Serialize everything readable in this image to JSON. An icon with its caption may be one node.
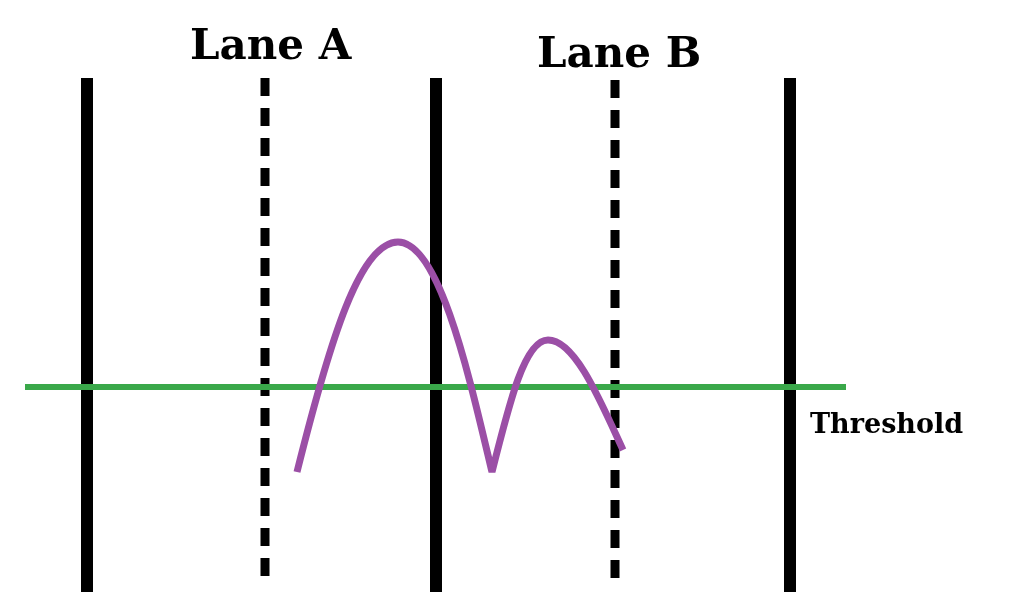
{
  "diagram": {
    "labels": [
      "Lane A",
      "Lane B",
      "Threshold"
    ]
  }
}
